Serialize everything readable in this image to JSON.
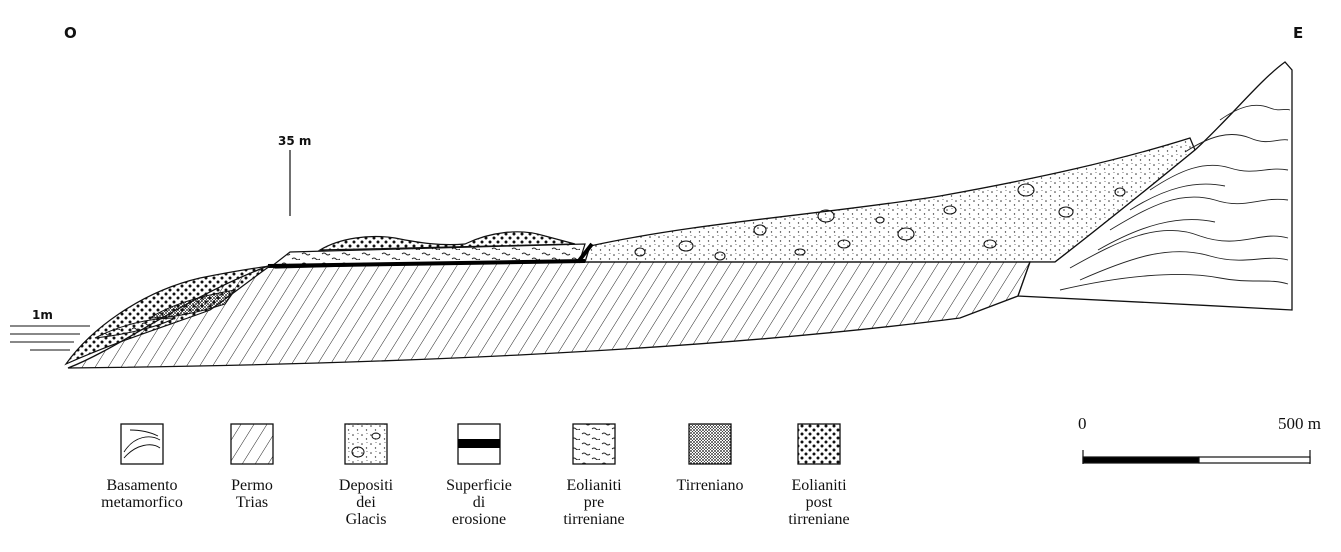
{
  "directions": {
    "west": "O",
    "east": "E"
  },
  "section_markers": {
    "height_marker": "35 m",
    "sea_level": "1m"
  },
  "legend": [
    {
      "id": "basamento",
      "label": "Basamento\nmetamorfico",
      "pattern": "folded-lines"
    },
    {
      "id": "permo-trias",
      "label": "Permo\nTrias",
      "pattern": "diagonal-hatch"
    },
    {
      "id": "glacis",
      "label": "Depositi\ndei\nGlacis",
      "pattern": "pebbles-dots"
    },
    {
      "id": "superficie",
      "label": "Superficie\ndi\nerosione",
      "pattern": "black-band"
    },
    {
      "id": "eolianiti-pre",
      "label": "Eolianiti\npre\ntirreniane",
      "pattern": "wavy-dashes"
    },
    {
      "id": "tirreniano",
      "label": "Tirreniano",
      "pattern": "dense-stipple"
    },
    {
      "id": "eolianiti-post",
      "label": "Eolianiti\npost\ntirreniane",
      "pattern": "coarse-dots"
    }
  ],
  "scale_bar": {
    "start_label": "0",
    "end_label": "500 m"
  }
}
